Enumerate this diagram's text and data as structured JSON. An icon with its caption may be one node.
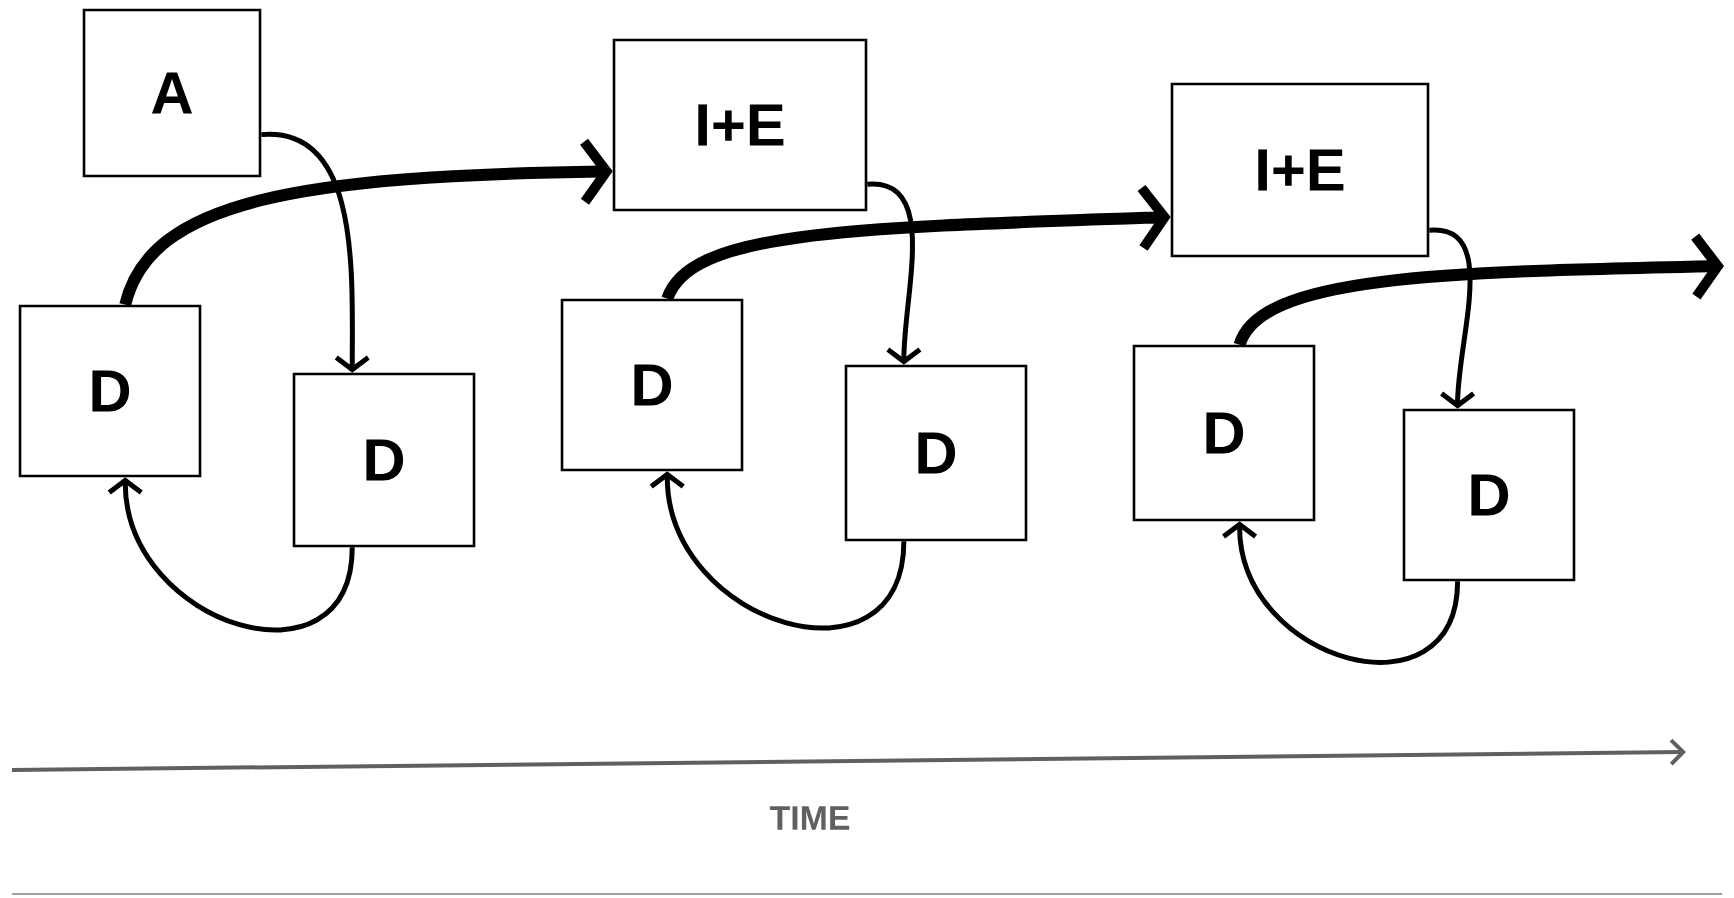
{
  "diagram": {
    "nodes": [
      {
        "text": [
          "A"
        ]
      },
      {
        "text": [
          "D"
        ]
      },
      {
        "text": [
          "D"
        ]
      },
      {
        "text": [
          "I+E"
        ]
      },
      {
        "text": [
          "D"
        ]
      },
      {
        "text": [
          "D"
        ]
      },
      {
        "text": [
          "I+E"
        ]
      },
      {
        "text": [
          "D"
        ]
      },
      {
        "text": [
          "D"
        ]
      }
    ],
    "edges": [
      {
        "from": 0,
        "to": 2,
        "arrow": "to"
      },
      {
        "from": 2,
        "to": 1,
        "arrow": "to"
      },
      {
        "from": 1,
        "to": 3,
        "arrow": "to",
        "style": "thick"
      },
      {
        "from": 3,
        "to": 5,
        "arrow": "to"
      },
      {
        "from": 5,
        "to": 4,
        "arrow": "to"
      },
      {
        "from": 4,
        "to": 6,
        "arrow": "to",
        "style": "thick"
      },
      {
        "from": 6,
        "to": 8,
        "arrow": "to"
      },
      {
        "from": 8,
        "to": 7,
        "arrow": "to"
      },
      {
        "from": 7,
        "to": null,
        "arrow": "to",
        "style": "thick"
      }
    ],
    "labels": [
      "TIME"
    ]
  }
}
